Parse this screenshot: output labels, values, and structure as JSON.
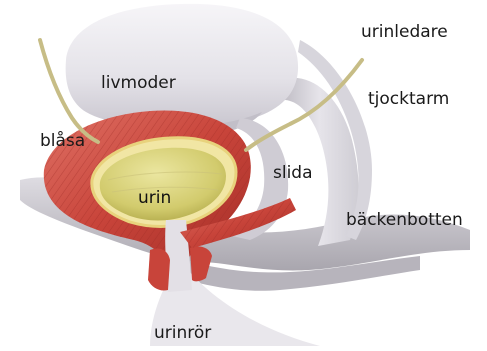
{
  "labels": {
    "livmoder": "livmoder",
    "blasa": "blåsa",
    "urin": "urin",
    "slida": "slida",
    "urinledare": "urinledare",
    "tjocktarm": "tjocktarm",
    "backenbotten": "bäckenbotten",
    "urinror": "urinrör"
  },
  "colors": {
    "muscle": "#c9423a",
    "muscle_light": "#e0685c",
    "urine": "#d8d27a",
    "urine_dark": "#b8b255",
    "tissue_grey": "#c9c6cc",
    "tissue_light": "#e8e6ea",
    "tissue_dark": "#9a97a0",
    "ureter": "#c9c08a",
    "inner_lining": "#f3e7a8"
  }
}
